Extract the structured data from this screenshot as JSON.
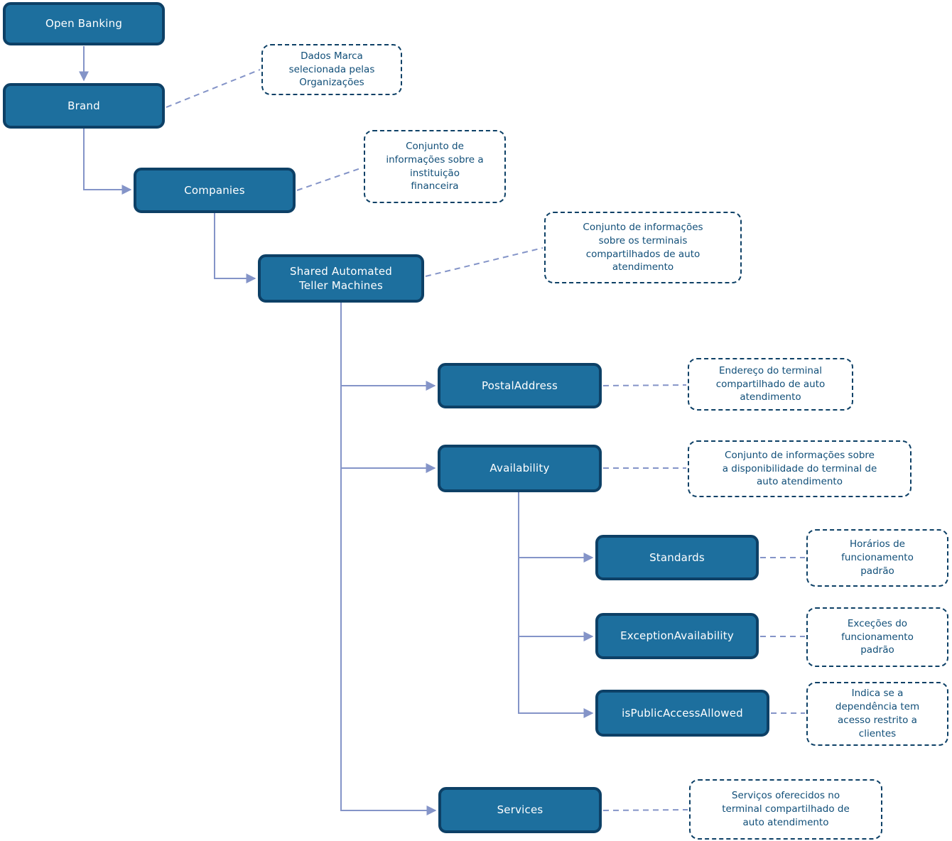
{
  "nodes": [
    {
      "id": "open-banking",
      "label": "Open Banking"
    },
    {
      "id": "brand",
      "label": "Brand"
    },
    {
      "id": "companies",
      "label": "Companies"
    },
    {
      "id": "shared-automated-teller-machines",
      "label": "Shared Automated\nTeller Machines"
    },
    {
      "id": "postal-address",
      "label": "PostalAddress"
    },
    {
      "id": "availability",
      "label": "Availability"
    },
    {
      "id": "standards",
      "label": "Standards"
    },
    {
      "id": "exception-availability",
      "label": "ExceptionAvailability"
    },
    {
      "id": "is-public-access-allowed",
      "label": "isPublicAccessAllowed"
    },
    {
      "id": "services",
      "label": "Services"
    }
  ],
  "edges": [
    {
      "from": "Open Banking",
      "to": "Brand"
    },
    {
      "from": "Brand",
      "to": "Companies"
    },
    {
      "from": "Companies",
      "to": "Shared Automated Teller Machines"
    },
    {
      "from": "Shared Automated Teller Machines",
      "to": "PostalAddress"
    },
    {
      "from": "Shared Automated Teller Machines",
      "to": "Availability"
    },
    {
      "from": "Shared Automated Teller Machines",
      "to": "Services"
    },
    {
      "from": "Availability",
      "to": "Standards"
    },
    {
      "from": "Availability",
      "to": "ExceptionAvailability"
    },
    {
      "from": "Availability",
      "to": "isPublicAccessAllowed"
    }
  ],
  "annotations": [
    {
      "for": "Brand",
      "text": "Dados Marca\nselecionada pelas\nOrganizações"
    },
    {
      "for": "Companies",
      "text": "Conjunto de\ninformações sobre a\ninstituição\nfinanceira"
    },
    {
      "for": "Shared Automated Teller Machines",
      "text": "Conjunto de informações\nsobre os terminais\ncompartilhados de auto\natendimento"
    },
    {
      "for": "PostalAddress",
      "text": "Endereço do terminal\ncompartilhado de auto\natendimento"
    },
    {
      "for": "Availability",
      "text": "Conjunto de informações sobre\na disponibilidade do terminal de\nauto atendimento"
    },
    {
      "for": "Standards",
      "text": "Horários de\nfuncionamento\npadrão"
    },
    {
      "for": "ExceptionAvailability",
      "text": "Exceções do\nfuncionamento\npadrão"
    },
    {
      "for": "isPublicAccessAllowed",
      "text": "Indica se a\ndependência tem\nacesso restrito a\nclientes"
    },
    {
      "for": "Services",
      "text": "Serviços oferecidos no\nterminal compartilhado de\nauto atendimento"
    }
  ],
  "colors": {
    "node_fill": "#1D6F9E",
    "node_border": "#0D4066",
    "node_text": "#FFFFFF",
    "connector": "#8494C8",
    "annotation_border": "#0D4066",
    "annotation_text": "#104E78",
    "background": "#FFFFFF"
  }
}
